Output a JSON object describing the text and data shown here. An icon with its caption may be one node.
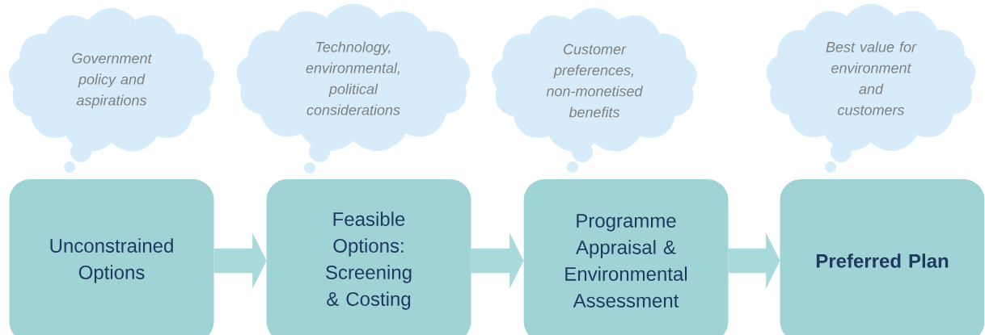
{
  "diagram": {
    "nodes": [
      {
        "text": [
          "Government policy and aspirations"
        ]
      },
      {
        "text": [
          "Technology, environmental, political considerations"
        ]
      },
      {
        "text": [
          "Customer preferences, non-monetised benefits"
        ]
      },
      {
        "text": [
          "Best value for environment and customers"
        ]
      },
      {
        "text": [
          "Unconstrained Options"
        ]
      },
      {
        "text": [
          "Feasible Options: Screening & Costing"
        ]
      },
      {
        "text": [
          "Programme Appraisal & Environmental Assessment"
        ]
      },
      {
        "text": [
          "Preferred Plan"
        ]
      }
    ],
    "edges": [
      {
        "from": 4,
        "to": 5,
        "arrow": "to",
        "style": "thick"
      },
      {
        "from": 5,
        "to": 6,
        "arrow": "to",
        "style": "thick"
      },
      {
        "from": 6,
        "to": 7,
        "arrow": "to",
        "style": "thick"
      }
    ]
  }
}
